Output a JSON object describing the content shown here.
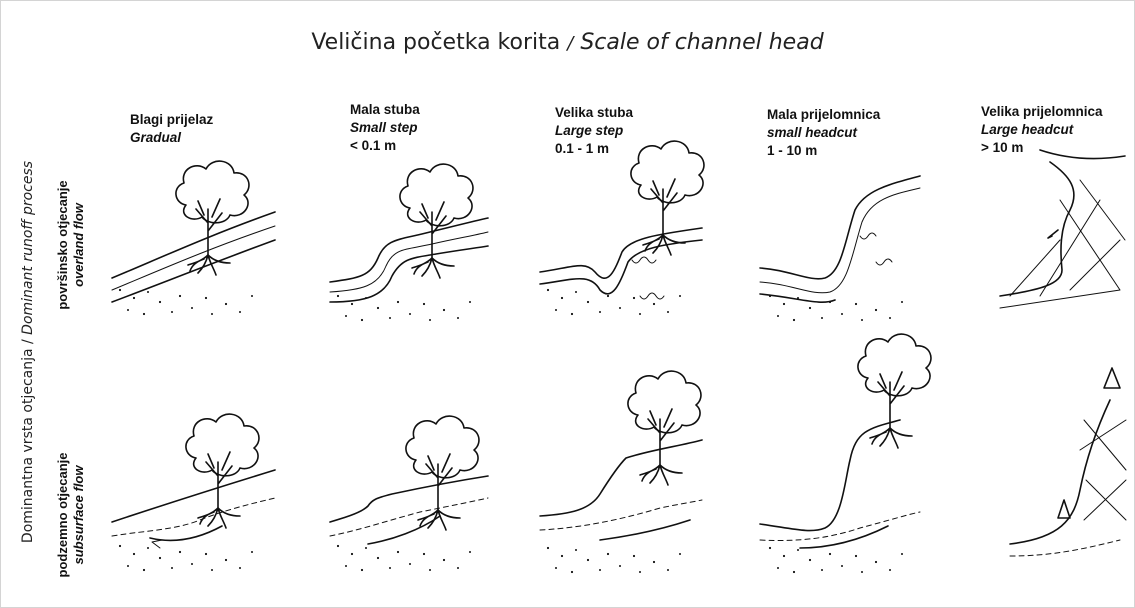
{
  "title": {
    "hr": "Veličina početka korita",
    "separator": "/",
    "en": "Scale of channel head"
  },
  "side_label": {
    "hr": "Dominantna vrsta otjecanja",
    "separator": "/",
    "en": "Dominant runoff process"
  },
  "rows": [
    {
      "hr": "površinsko otjecanje",
      "en": "overland flow"
    },
    {
      "hr": "podzemno otjecanje",
      "en": "subsurface flow"
    }
  ],
  "columns": [
    {
      "hr": "Blagi prijelaz",
      "en": "Gradual",
      "range": ""
    },
    {
      "hr": "Mala stuba",
      "en": "Small step",
      "range": "< 0.1 m"
    },
    {
      "hr": "Velika stuba",
      "en": "Large step",
      "range": "0.1 - 1 m"
    },
    {
      "hr": "Mala prijelomnica",
      "en": "small headcut",
      "range": "1 - 10 m"
    },
    {
      "hr": "Velika prijelomnica",
      "en": "Large headcut",
      "range": "> 10 m"
    }
  ]
}
